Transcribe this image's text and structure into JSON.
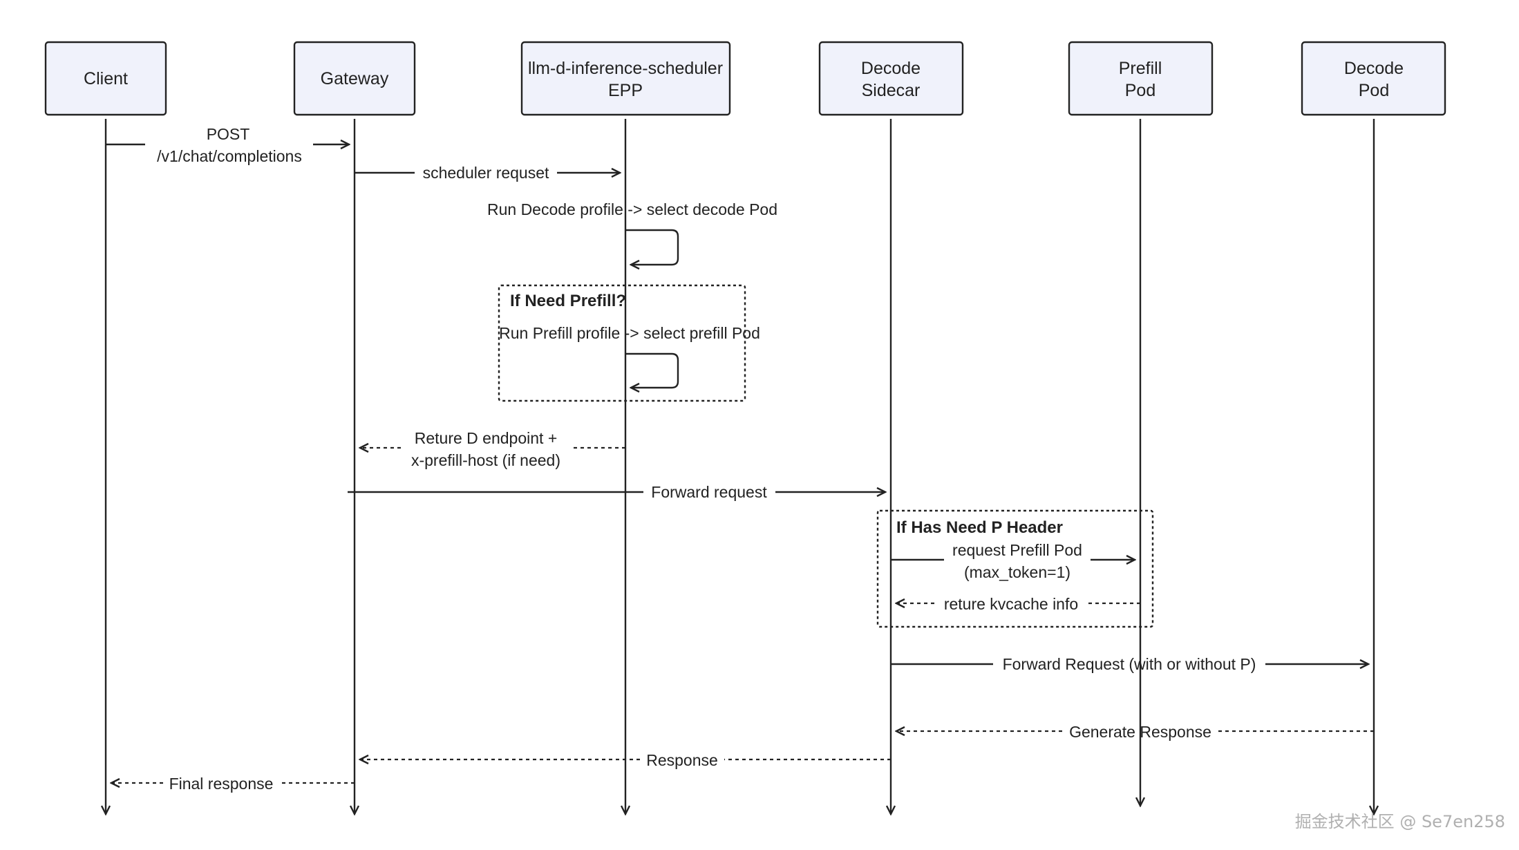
{
  "participants": {
    "client": [
      "Client"
    ],
    "gateway": [
      "Gateway"
    ],
    "scheduler": [
      "llm-d-inference-scheduler",
      "EPP"
    ],
    "decode_sidecar": [
      "Decode",
      "Sidecar"
    ],
    "prefill_pod": [
      "Prefill",
      "Pod"
    ],
    "decode_pod": [
      "Decode",
      "Pod"
    ]
  },
  "messages": {
    "post_line1": "POST",
    "post_line2": "/v1/chat/completions",
    "scheduler_request": "scheduler requset",
    "run_decode_profile": "Run Decode profile -> select decode Pod",
    "run_prefill_profile": "Run Prefill profile -> select prefill Pod",
    "return_endpoint_line1": "Reture D endpoint +",
    "return_endpoint_line2": "x-prefill-host (if need)",
    "forward_request": "Forward request",
    "request_prefill_line1": "request Prefill Pod",
    "request_prefill_line2": "(max_token=1)",
    "return_kvcache": "reture kvcache info",
    "forward_request_p": "Forward Request (with or without P)",
    "generate_response": "Generate Response",
    "response": "Response",
    "final_response": "Final response"
  },
  "frames": {
    "need_prefill": "If Need Prefill?",
    "has_p_header": "If Has Need P Header"
  },
  "watermark": "掘金技术社区 @ Se7en258"
}
